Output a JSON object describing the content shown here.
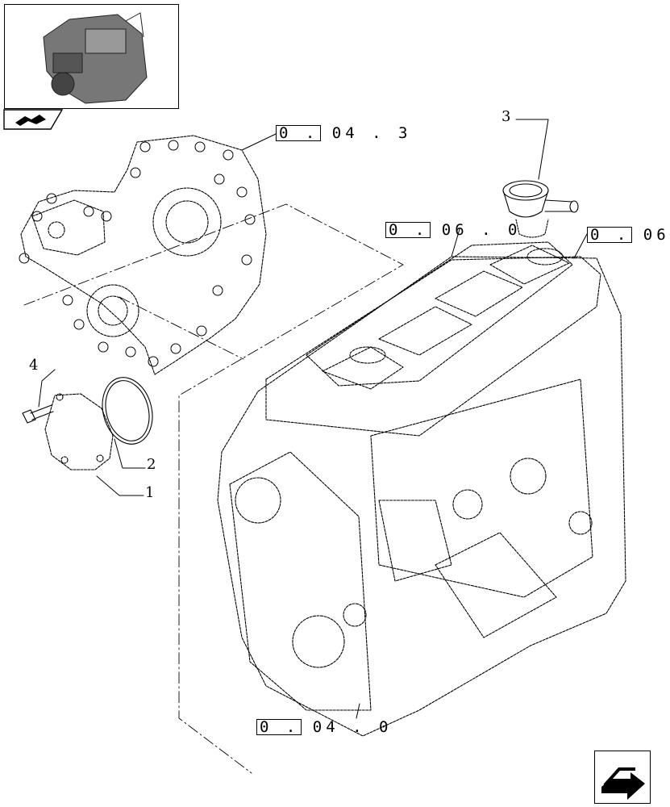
{
  "references": {
    "ref_front_cover": "0 . 04 . 3",
    "ref_gasket": "0 . 06 . 0",
    "ref_head": "0 . 06",
    "ref_block": "0 . 04 . 0"
  },
  "callouts": {
    "item1": "1",
    "item2": "2",
    "item3": "3",
    "item4": "4"
  },
  "icons": {
    "thumbnail": "engine-thumbnail-icon",
    "section": "book-arrow-icon",
    "nav": "next-page-arrow-icon"
  }
}
